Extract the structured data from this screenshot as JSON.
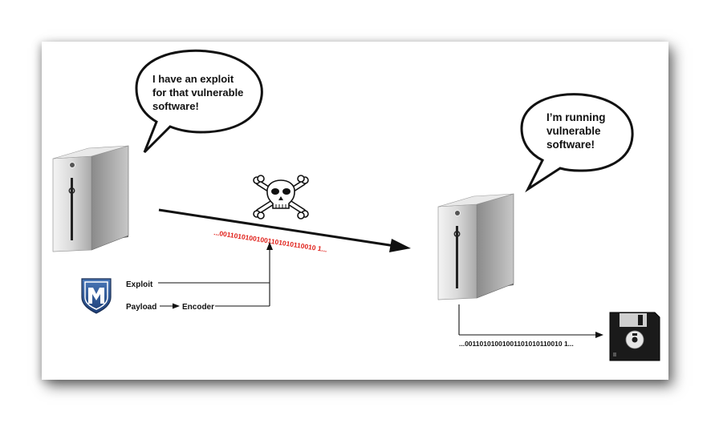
{
  "attacker": {
    "speech": [
      "I have an exploit",
      "for that vulnerable",
      "software!"
    ]
  },
  "target": {
    "speech": [
      "I’m running",
      "vulnerable",
      "software!"
    ]
  },
  "transmission": {
    "bits": "...00110101001001101010110010 1...",
    "bits_color": "#e0201a"
  },
  "framework": {
    "exploit_label": "Exploit",
    "payload_label": "Payload",
    "encoder_label": "Encoder"
  },
  "output": {
    "bits": "...00110101001001101010110010 1...",
    "bits_color": "#111111"
  },
  "icons": {
    "framework_logo": "metasploit-shield-icon",
    "danger": "skull-crossbones-icon",
    "storage": "floppy-disk-icon",
    "computers": "server-tower-icon"
  }
}
